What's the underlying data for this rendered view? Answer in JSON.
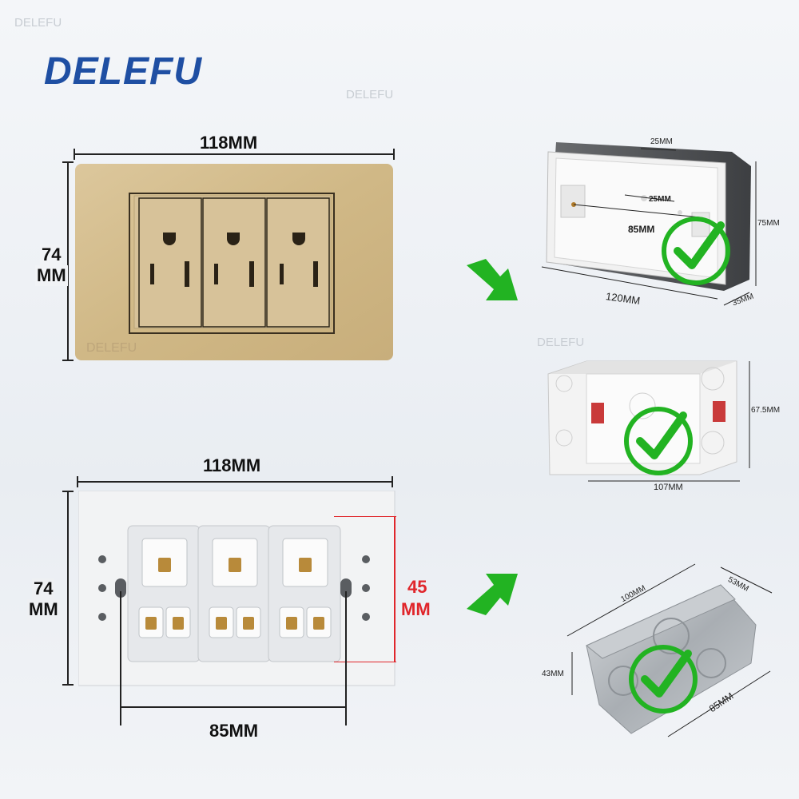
{
  "brand": {
    "logo_text": "DELEFU",
    "watermark": "DELEFU",
    "brand_blue": "#1f4fa3",
    "accent_green": "#2fbf2f"
  },
  "top_panel": {
    "width_label": "118MM",
    "height_label_1": "74",
    "height_label_2": "MM",
    "watermark": "DELEFU",
    "color": "#d2bb8c"
  },
  "bottom_panel": {
    "width_label": "118MM",
    "height_label_1": "74",
    "height_label_2": "MM",
    "depth_label_1": "45",
    "depth_label_2": "MM",
    "spacing_label": "85MM",
    "accent_red": "#e0262b"
  },
  "box1": {
    "top_width": "25MM",
    "inner_width": "25MM",
    "spacing": "85MM",
    "height": "75MM",
    "length": "120MM",
    "depth": "35MM"
  },
  "box2": {
    "height": "67.5MM",
    "length": "107MM"
  },
  "box3": {
    "length": "100MM",
    "width": "53MM",
    "height": "43MM",
    "spacing": "85MM"
  }
}
